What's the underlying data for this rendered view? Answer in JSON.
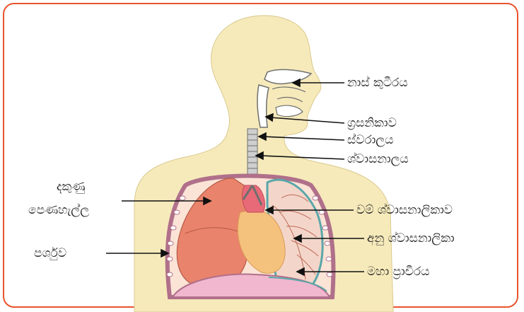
{
  "colors": {
    "frame": "#e8542c",
    "skin": "#f6eabb",
    "lung_right": "#e9836b",
    "lung_left_tissue": "#f3d6c9",
    "heart": "#f5c27e",
    "diaphragm": "#f1b7cf",
    "airway": "#6f6f6f",
    "pleura": "#5aa7a9",
    "arrow": "#111111"
  },
  "labels": {
    "nasal_cavity": "නාස් කුටීරය",
    "pharynx": "ග්‍රසනිකාව",
    "larynx": "ස්වරාලය",
    "trachea": "ශ්වාසනාලය",
    "right_lung_line1": "දකුණු",
    "right_lung_line2": "පෙණහැල්ල",
    "left_bronchus": "වම් ශ්වාසනාලිකාව",
    "bronchiole": "අනු ශ්වාසනාලිකා",
    "rib": "පර්ශුව",
    "diaphragm": "මහා ප්‍රාචීරය"
  }
}
